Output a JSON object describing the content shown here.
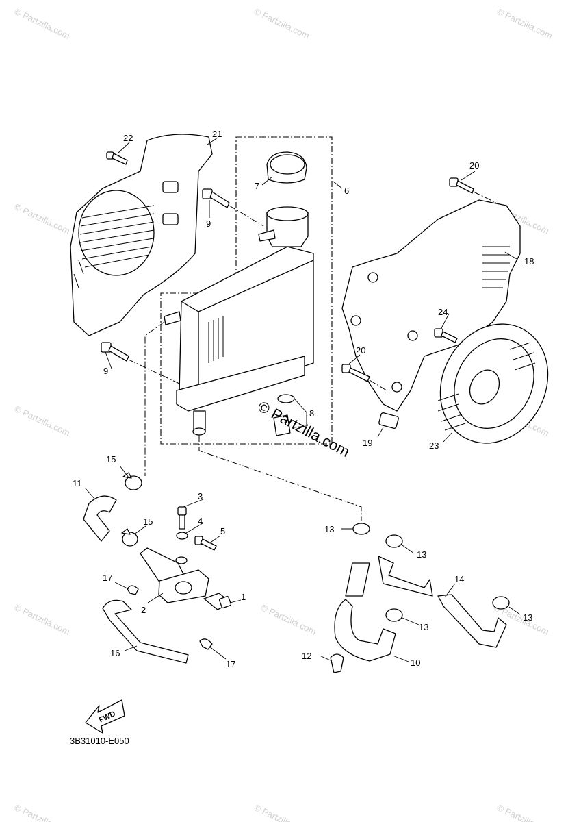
{
  "watermark_text": "© Partzilla.com",
  "center_watermark_text": "© Partzilla.com",
  "diagram_code": "3B31010-E050",
  "fwd_label": "FWD",
  "callouts": {
    "c1": "1",
    "c2": "2",
    "c3": "3",
    "c4": "4",
    "c5": "5",
    "c6": "6",
    "c7": "7",
    "c8": "8",
    "c9a": "9",
    "c9b": "9",
    "c10": "10",
    "c11": "11",
    "c12": "12",
    "c13a": "13",
    "c13b": "13",
    "c13c": "13",
    "c13d": "13",
    "c14": "14",
    "c15a": "15",
    "c15b": "15",
    "c16": "16",
    "c17a": "17",
    "c17b": "17",
    "c18": "18",
    "c19": "19",
    "c20a": "20",
    "c20b": "20",
    "c21": "21",
    "c22": "22",
    "c23": "23",
    "c24": "24"
  }
}
